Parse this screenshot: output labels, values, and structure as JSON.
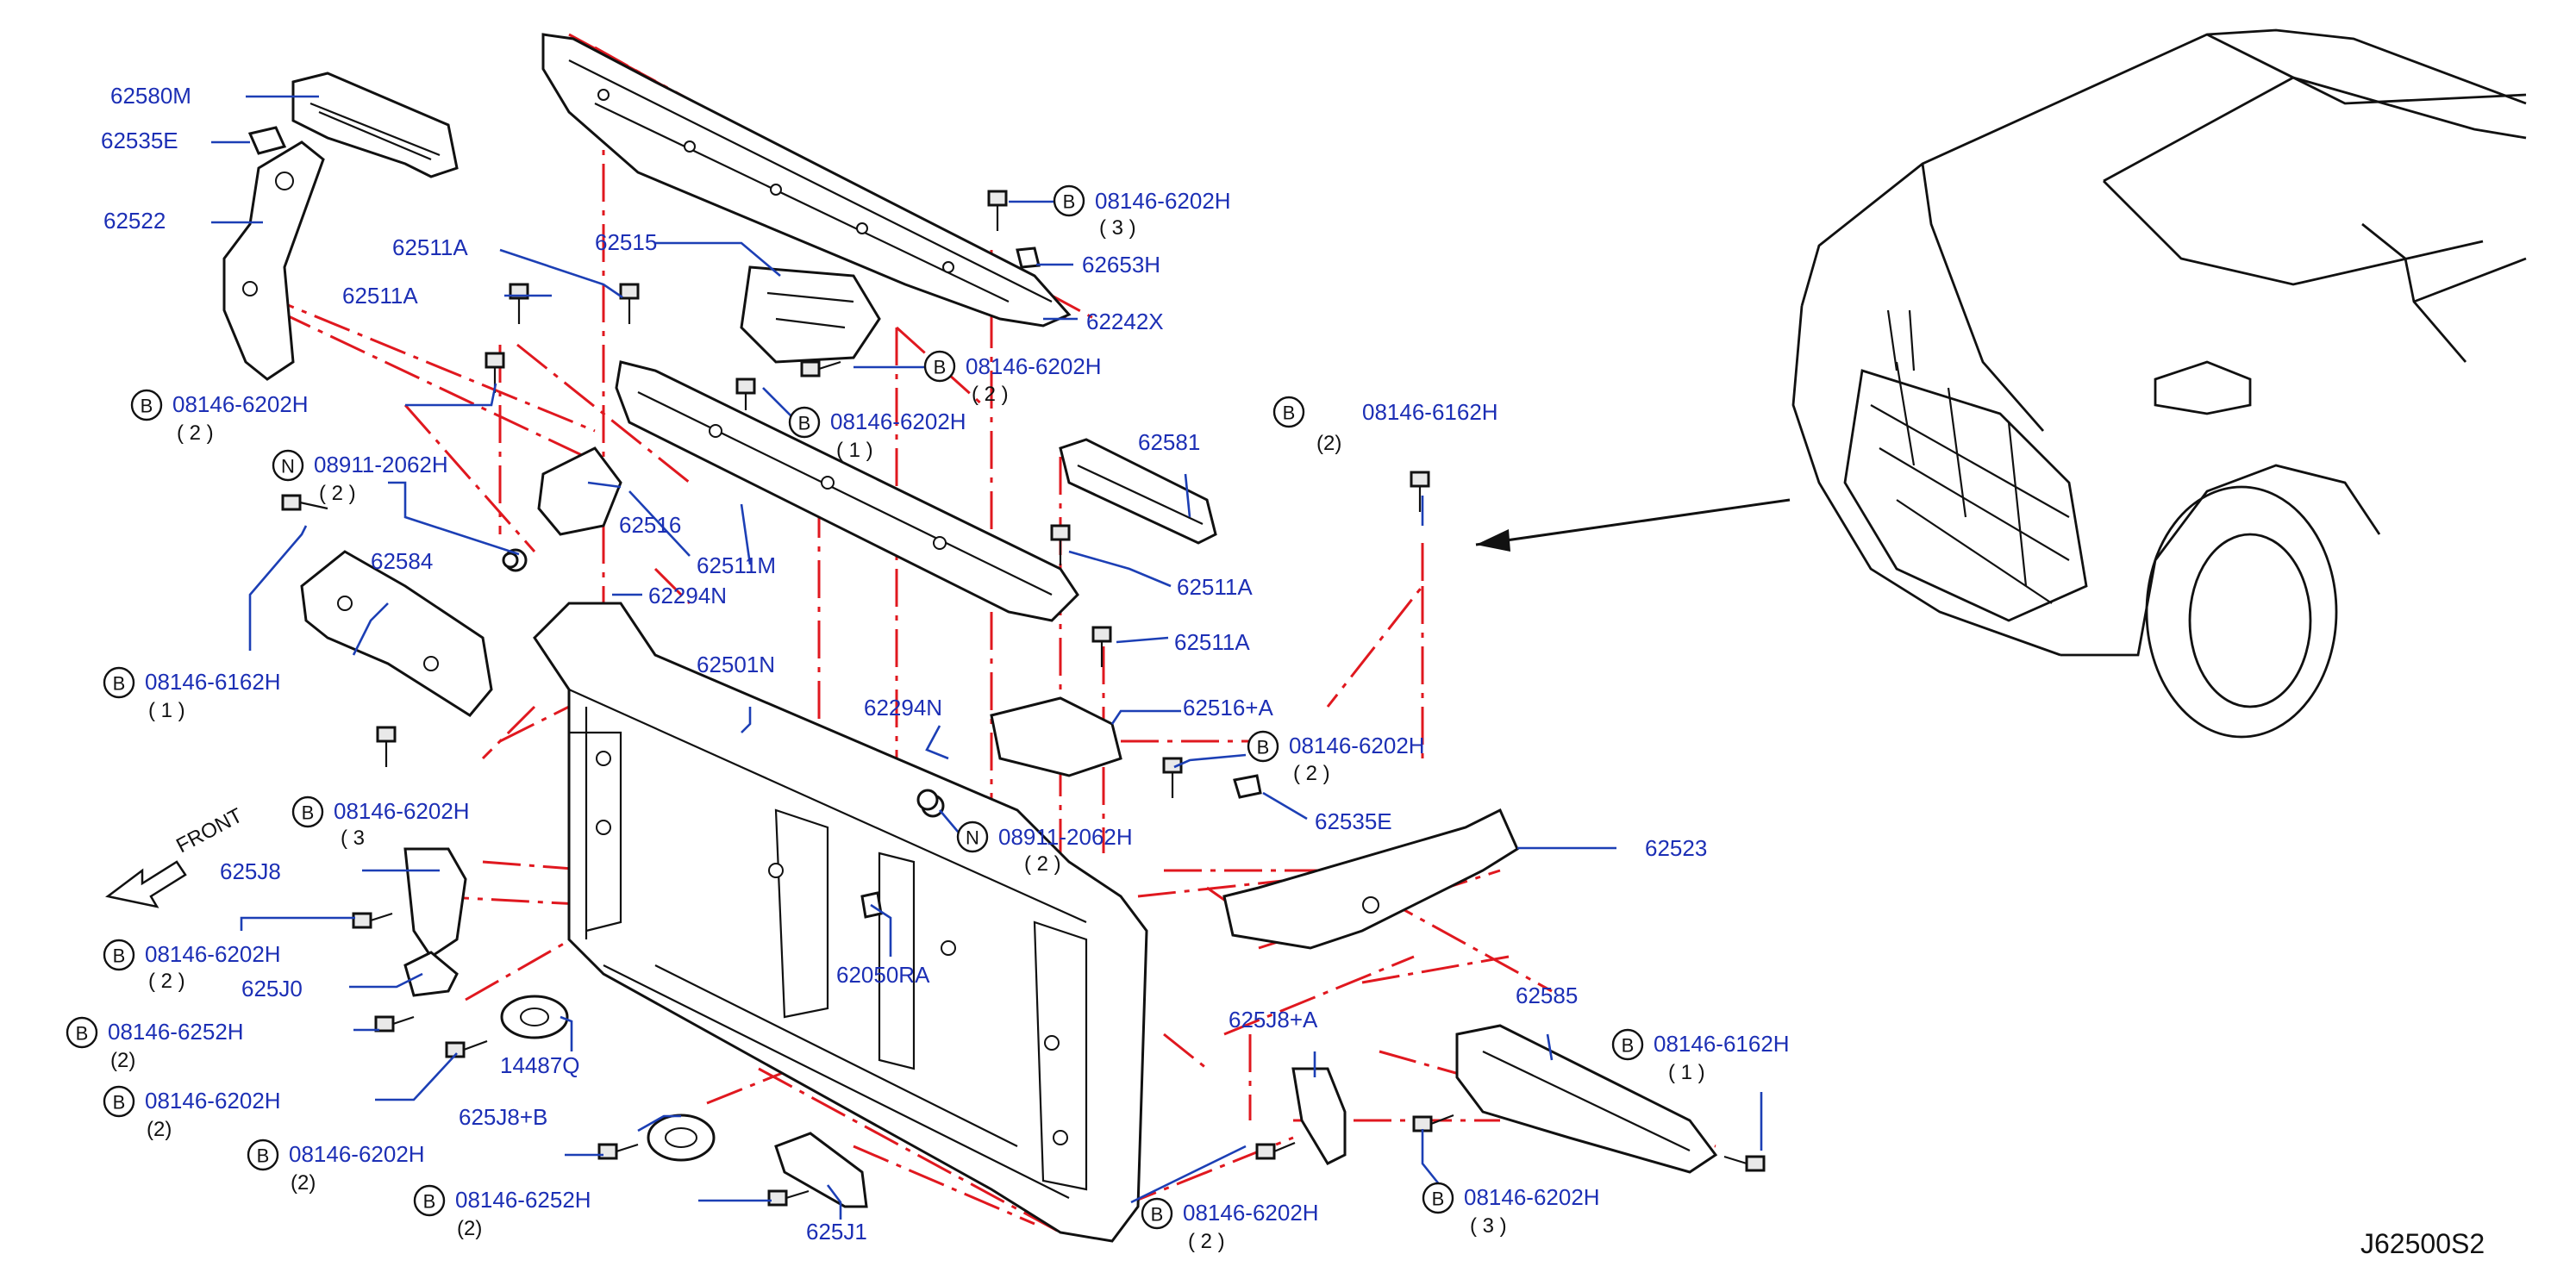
{
  "diagram_code": "J62500S2",
  "front_label": "FRONT",
  "symbols": {
    "bolt": "B",
    "nut": "N"
  },
  "parts": [
    {
      "id": "p1",
      "label": "62580M"
    },
    {
      "id": "p2",
      "label": "62535E"
    },
    {
      "id": "p3",
      "label": "62522"
    },
    {
      "id": "p4",
      "label": "08146-6202H",
      "symbol": "B",
      "qty": "( 2 )"
    },
    {
      "id": "p5",
      "label": "62511A"
    },
    {
      "id": "p6",
      "label": "62511A"
    },
    {
      "id": "p7",
      "label": "62515"
    },
    {
      "id": "p8",
      "label": "08146-6202H",
      "symbol": "B",
      "qty": "( 3 )"
    },
    {
      "id": "p9",
      "label": "62653H"
    },
    {
      "id": "p10",
      "label": "62242X"
    },
    {
      "id": "p11",
      "label": "08146-6202H",
      "symbol": "B",
      "qty": "( 2 )"
    },
    {
      "id": "p12",
      "label": "08146-6202H",
      "symbol": "B",
      "qty": "( 1 )"
    },
    {
      "id": "p13",
      "label": "08911-2062H",
      "symbol": "N",
      "qty": "( 2 )"
    },
    {
      "id": "p14",
      "label": "62516"
    },
    {
      "id": "p15",
      "label": "62511M"
    },
    {
      "id": "p16",
      "label": "62584"
    },
    {
      "id": "p17",
      "label": "62294N"
    },
    {
      "id": "p18",
      "label": "08146-6162H",
      "symbol": "B",
      "qty": "( 1 )"
    },
    {
      "id": "p19",
      "label": "62501N"
    },
    {
      "id": "p20",
      "label": "62581"
    },
    {
      "id": "p21",
      "label": "62511A"
    },
    {
      "id": "p22",
      "label": "62511A"
    },
    {
      "id": "p23",
      "label": "08146-6162H",
      "symbol": "B",
      "qty": "(2)"
    },
    {
      "id": "p24",
      "label": "62516+A"
    },
    {
      "id": "p25",
      "label": "62294N"
    },
    {
      "id": "p26",
      "label": "08146-6202H",
      "symbol": "B",
      "qty": "( 2 )"
    },
    {
      "id": "p27",
      "label": "62535E"
    },
    {
      "id": "p28",
      "label": "08911-2062H",
      "symbol": "N",
      "qty": "( 2 )"
    },
    {
      "id": "p29",
      "label": "62523"
    },
    {
      "id": "p30",
      "label": "08146-6202H",
      "symbol": "B",
      "qty": "( 3"
    },
    {
      "id": "p31",
      "label": "625J8"
    },
    {
      "id": "p32",
      "label": "08146-6202H",
      "symbol": "B",
      "qty": "( 2 )"
    },
    {
      "id": "p33",
      "label": "625J0"
    },
    {
      "id": "p34",
      "label": "08146-6252H",
      "symbol": "B",
      "qty": "(2)"
    },
    {
      "id": "p35",
      "label": "14487Q"
    },
    {
      "id": "p36",
      "label": "08146-6202H",
      "symbol": "B",
      "qty": "(2)"
    },
    {
      "id": "p37",
      "label": "62050RA"
    },
    {
      "id": "p38",
      "label": "625J8+B"
    },
    {
      "id": "p39",
      "label": "08146-6202H",
      "symbol": "B",
      "qty": "(2)"
    },
    {
      "id": "p40",
      "label": "08146-6252H",
      "symbol": "B",
      "qty": "(2)"
    },
    {
      "id": "p41",
      "label": "625J1"
    },
    {
      "id": "p42",
      "label": "625J8+A"
    },
    {
      "id": "p43",
      "label": "08146-6202H",
      "symbol": "B",
      "qty": "( 2 )"
    },
    {
      "id": "p44",
      "label": "62585"
    },
    {
      "id": "p45",
      "label": "08146-6162H",
      "symbol": "B",
      "qty": "( 1 )"
    },
    {
      "id": "p46",
      "label": "08146-6202H",
      "symbol": "B",
      "qty": "( 3 )"
    }
  ]
}
